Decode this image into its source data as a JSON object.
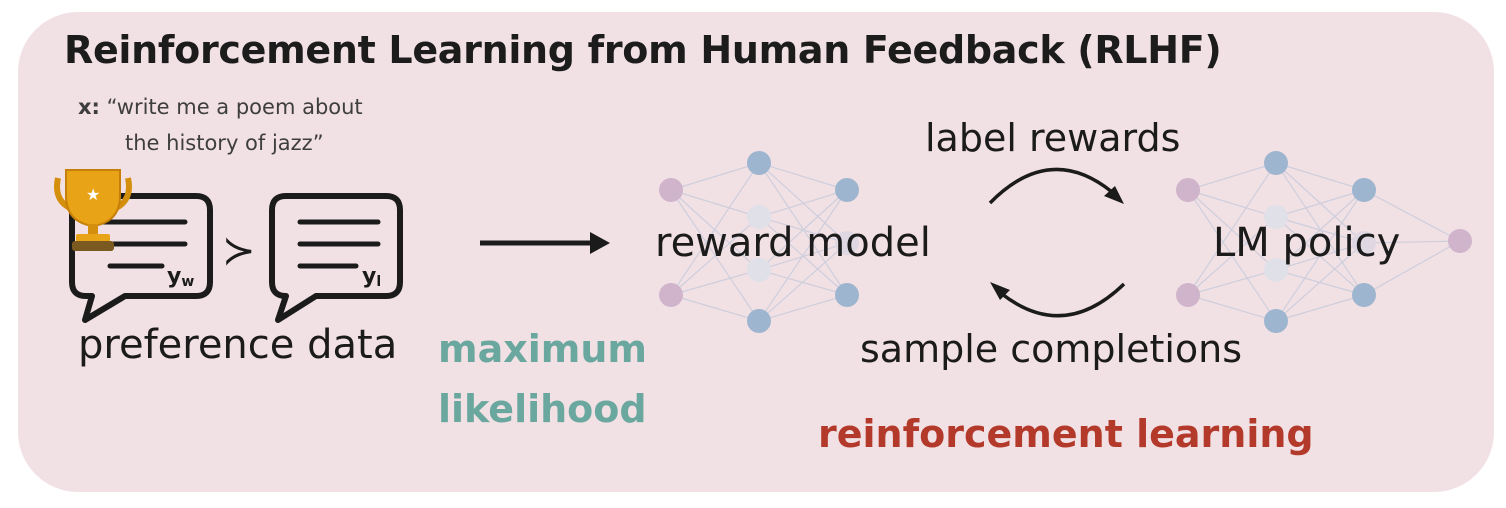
{
  "title": "Reinforcement Learning from Human Feedback (RLHF)",
  "prompt": {
    "var": "x:",
    "line1": "“write me a poem about",
    "line2": "the history of jazz”"
  },
  "preferred_sub": "w",
  "dispreferred_sub": "l",
  "response_var": "y",
  "preference_symbol": "≻",
  "preference_label": "preference data",
  "ml_line1": "maximum",
  "ml_line2": "likelihood",
  "reward_model_label": "reward model",
  "lm_policy_label": "LM policy",
  "label_rewards": "label rewards",
  "sample_completions": "sample completions",
  "rl_label": "reinforcement learning",
  "colors": {
    "panel": "#f2e1e4",
    "maximum_likelihood": "#6aa79e",
    "reinforcement_learning": "#b33a2a",
    "trophy": "#e8a317",
    "node_blue": "#8faecb",
    "node_purple": "#c9adc7"
  },
  "icons": [
    "trophy-icon",
    "chat-bubble-icon",
    "arrow-right-icon",
    "curved-arrow-icon",
    "neural-network-icon"
  ]
}
